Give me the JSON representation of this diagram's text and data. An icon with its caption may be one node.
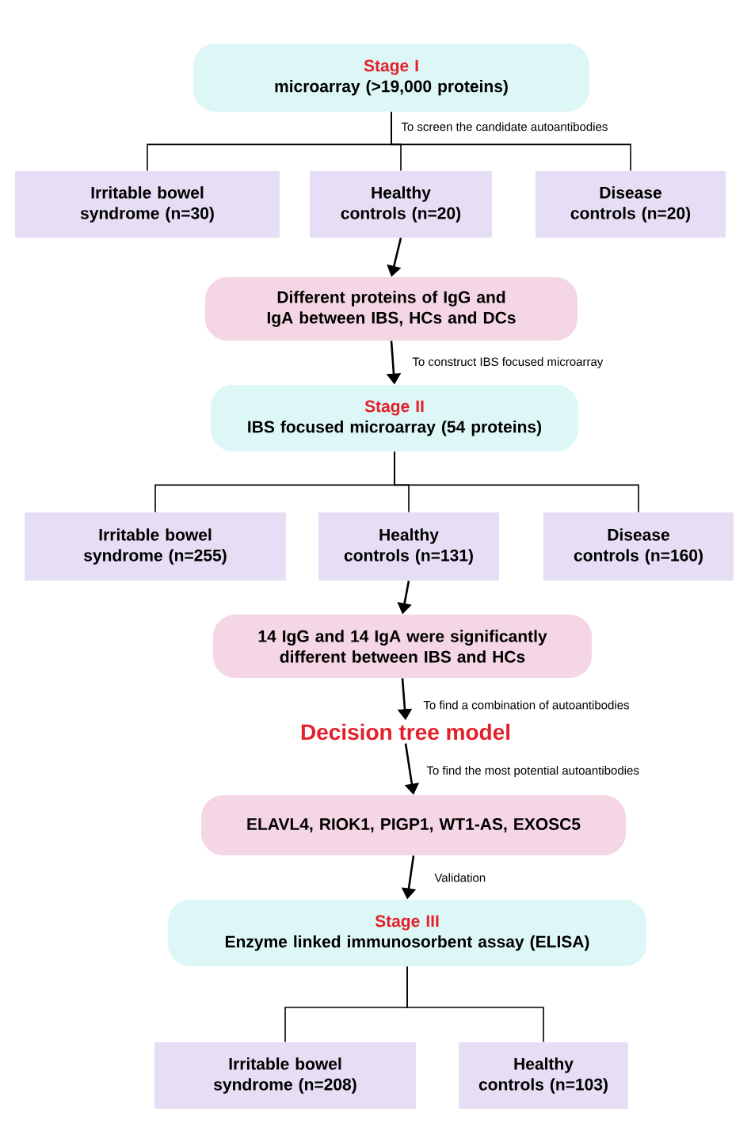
{
  "diagram": {
    "nodes": [
      {
        "text": [
          "Stage I",
          "microarray (>19,000 proteins)"
        ]
      },
      {
        "text": [
          "Irritable bowel syndrome (n=30)"
        ]
      },
      {
        "text": [
          "Healthy controls (n=20)"
        ]
      },
      {
        "text": [
          "Disease controls (n=20)"
        ]
      },
      {
        "text": [
          "Different proteins of IgG and IgA between IBS, HCs and DCs"
        ]
      },
      {
        "text": [
          "Stage II",
          "IBS focused microarray (54 proteins)"
        ]
      },
      {
        "text": [
          "Irritable bowel syndrome (n=255)"
        ]
      },
      {
        "text": [
          "Healthy controls (n=131)"
        ]
      },
      {
        "text": [
          "Disease controls (n=160)"
        ]
      },
      {
        "text": [
          "14 IgG and 14 IgA were significantly different between IBS and HCs"
        ]
      },
      {
        "text": [
          "Decision tree model"
        ]
      },
      {
        "text": [
          "ELAVL4, RIOK1, PIGP1, WT1-AS, EXOSC5"
        ]
      },
      {
        "text": [
          "Stage III",
          "Enzyme linked immunosorbent assay (ELISA)"
        ]
      },
      {
        "text": [
          "Irritable bowel syndrome (n=208)"
        ]
      },
      {
        "text": [
          "Healthy controls (n=103)"
        ]
      }
    ],
    "edges": [
      {
        "from": 0,
        "to": 1,
        "arrow": "none"
      },
      {
        "from": 0,
        "to": 2,
        "arrow": "none",
        "label": "To screen the candidate autoantibodies"
      },
      {
        "from": 0,
        "to": 3,
        "arrow": "none"
      },
      {
        "from": 2,
        "to": 4,
        "arrow": "to"
      },
      {
        "from": 4,
        "to": 5,
        "arrow": "to",
        "label": "To construct IBS focused microarray"
      },
      {
        "from": 5,
        "to": 6,
        "arrow": "none"
      },
      {
        "from": 5,
        "to": 7,
        "arrow": "none"
      },
      {
        "from": 5,
        "to": 8,
        "arrow": "none"
      },
      {
        "from": 7,
        "to": 9,
        "arrow": "to"
      },
      {
        "from": 9,
        "to": 10,
        "arrow": "to",
        "label": "To find a combination of autoantibodies"
      },
      {
        "from": 10,
        "to": 11,
        "arrow": "to",
        "label": "To find the most potential autoantibodies"
      },
      {
        "from": 11,
        "to": 12,
        "arrow": "to",
        "label": "Validation"
      },
      {
        "from": 12,
        "to": 13,
        "arrow": "none"
      },
      {
        "from": 12,
        "to": 14,
        "arrow": "none"
      }
    ]
  }
}
